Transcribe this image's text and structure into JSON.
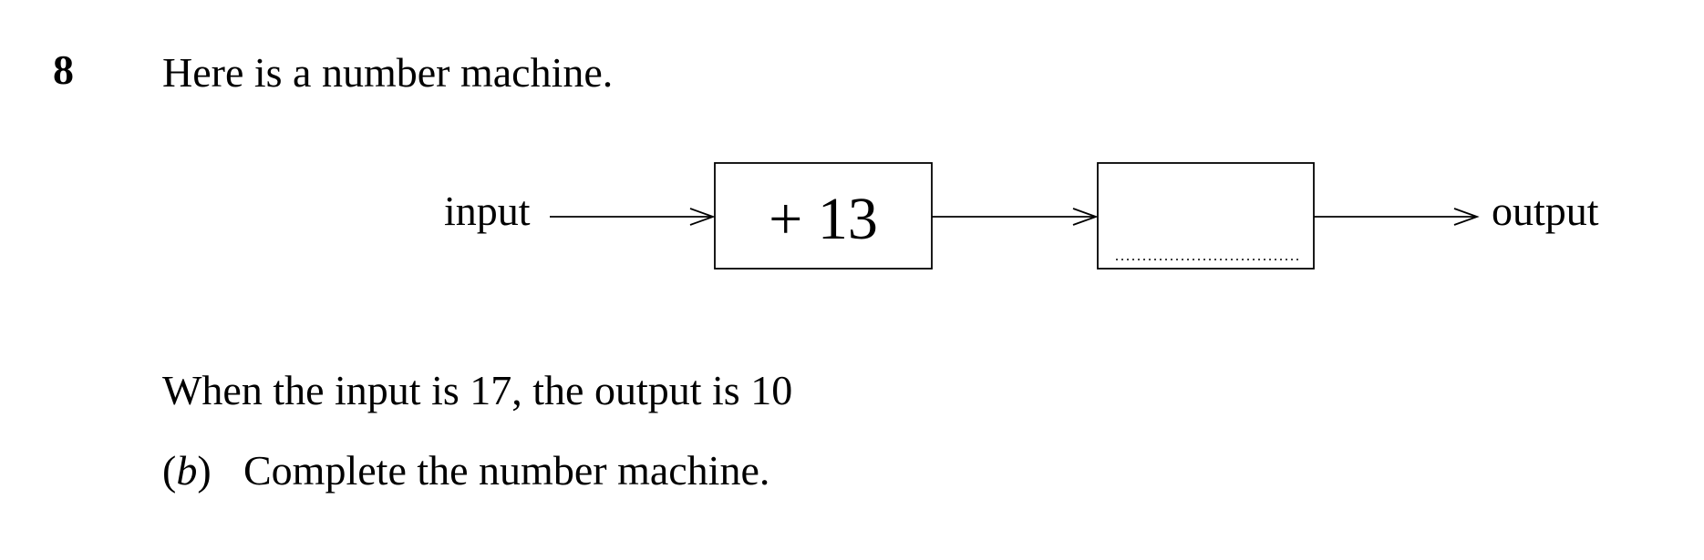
{
  "question": {
    "number": "8",
    "intro": "Here is a number machine.",
    "statement": "When the input is 17, the output is 10",
    "part": {
      "letter": "b",
      "text": "Complete the number machine."
    }
  },
  "machine": {
    "input_label": "input",
    "output_label": "output",
    "box1_operation": "+ 13",
    "box2_operation": ""
  }
}
